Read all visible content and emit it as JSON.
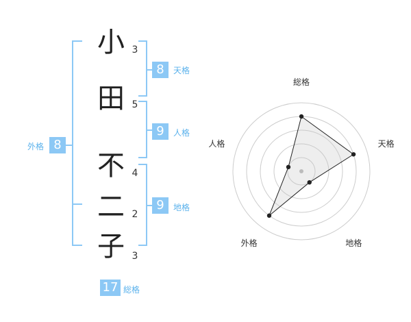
{
  "name_chars": [
    {
      "char": "小",
      "strokes": "3"
    },
    {
      "char": "田",
      "strokes": "5"
    },
    {
      "char": "不",
      "strokes": "4"
    },
    {
      "char": "二",
      "strokes": "2"
    },
    {
      "char": "子",
      "strokes": "3"
    }
  ],
  "fortunes": {
    "tenkaku": {
      "value": "8",
      "label": "天格"
    },
    "jinkaku": {
      "value": "9",
      "label": "人格"
    },
    "chikaku": {
      "value": "9",
      "label": "地格"
    },
    "gaikaku": {
      "value": "8",
      "label": "外格"
    },
    "soukaku": {
      "value": "17",
      "label": "総格"
    }
  },
  "colors": {
    "accent": "#8cc8f5",
    "label": "#5bb2ec",
    "bracket": "#8cc8f5"
  },
  "chart_data": {
    "type": "radar",
    "axes": [
      "総格",
      "天格",
      "地格",
      "外格",
      "人格"
    ],
    "values": [
      4,
      4,
      1,
      4,
      1
    ],
    "max": 5,
    "rings": 5
  }
}
